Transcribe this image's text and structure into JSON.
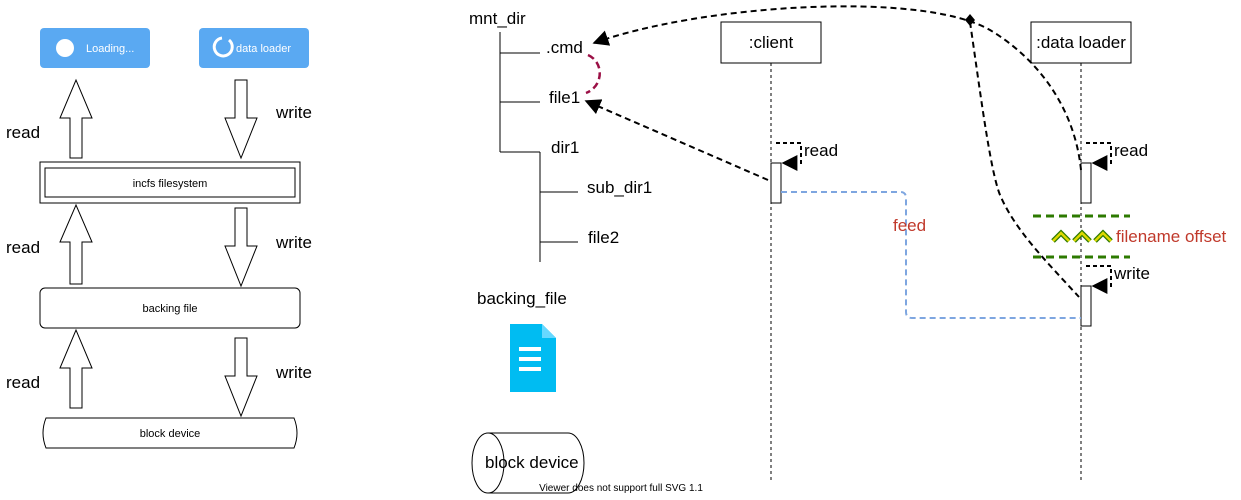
{
  "left": {
    "loading_button": "Loading...",
    "data_loader_button": "data loader",
    "incfs_box": "incfs filesystem",
    "backing_box": "backing file",
    "block_device_box": "block device",
    "read_label": "read",
    "write_label": "write"
  },
  "tree": {
    "root": "mnt_dir",
    "items": [
      ".cmd",
      "file1",
      "dir1",
      "sub_dir1",
      "file2"
    ],
    "backing_file": "backing_file",
    "block_device": "block device"
  },
  "sequence": {
    "client": ":client",
    "data_loader": ":data loader",
    "read": "read",
    "write": "write",
    "feed": "feed",
    "filename_offset": "filename offset"
  },
  "footer": "Viewer does not support full SVG 1.1",
  "colors": {
    "blue_button": "#5aa9f2",
    "file_icon": "#00bcf2",
    "feed": "#c0392b",
    "feed_line": "#7ea6e0",
    "green_dash": "#2d7a00",
    "yellow_arrow": "#dcd800",
    "cmd_curve": "#9b1046"
  }
}
